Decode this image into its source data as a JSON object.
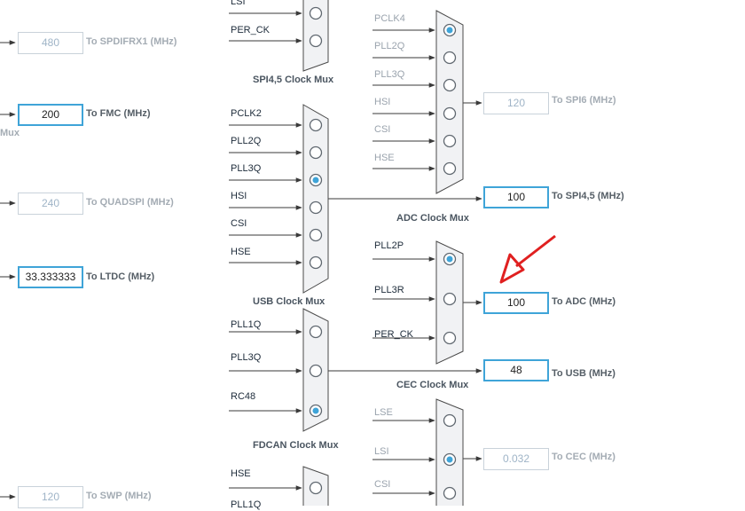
{
  "outputs_left": [
    {
      "id": "spdifrx1",
      "value": "480",
      "label": "To SPDIFRX1 (MHz)",
      "active": false
    },
    {
      "id": "fmc",
      "value": "200",
      "label": "To FMC (MHz)",
      "active": true
    },
    {
      "id": "quadspi",
      "value": "240",
      "label": "To QUADSPI (MHz)",
      "active": false
    },
    {
      "id": "ltdc",
      "value": "33.333333",
      "label": "To LTDC (MHz)",
      "active": true
    },
    {
      "id": "swp",
      "value": "120",
      "label": "To SWP (MHz)",
      "active": false
    }
  ],
  "left_fragment": "Mux",
  "outputs_right": [
    {
      "id": "spi6",
      "value": "120",
      "label": "To SPI6 (MHz)",
      "active": false
    },
    {
      "id": "spi45",
      "value": "100",
      "label": "To SPI4,5 (MHz)",
      "active": true
    },
    {
      "id": "adc",
      "value": "100",
      "label": "To ADC (MHz)",
      "active": true
    },
    {
      "id": "usb",
      "value": "48",
      "label": "To USB (MHz)",
      "active": true
    },
    {
      "id": "cec",
      "value": "0.032",
      "label": "To CEC (MHz)",
      "active": false
    }
  ],
  "mux_captions": {
    "spi45": "SPI4,5 Clock Mux",
    "usb": "USB Clock Mux",
    "fdcan": "FDCAN Clock Mux",
    "adc": "ADC Clock Mux",
    "cec": "CEC Clock Mux"
  },
  "muxes": {
    "top_left": {
      "inputs": [
        "LSI",
        "PER_CK"
      ],
      "selected": -1
    },
    "spi45": {
      "inputs": [
        "PCLK2",
        "PLL2Q",
        "PLL3Q",
        "HSI",
        "CSI",
        "HSE"
      ],
      "selected": 2
    },
    "usb": {
      "inputs": [
        "PLL1Q",
        "PLL3Q",
        "RC48"
      ],
      "selected": 2
    },
    "fdcan_partial": {
      "inputs": [
        "HSE",
        "PLL1Q"
      ],
      "selected": -1
    },
    "spi6": {
      "inputs": [
        "PCLK4",
        "PLL2Q",
        "PLL3Q",
        "HSI",
        "CSI",
        "HSE"
      ],
      "selected": 0
    },
    "adc": {
      "inputs": [
        "PLL2P",
        "PLL3R",
        "PER_CK"
      ],
      "selected": 0
    },
    "cec": {
      "inputs": [
        "LSE",
        "LSI",
        "CSI"
      ],
      "selected": 1
    }
  },
  "colors": {
    "accent": "#3fa4d8",
    "line": "#3a3a3a",
    "arrow": "#e02020",
    "mux_fill": "#f1f2f4"
  }
}
